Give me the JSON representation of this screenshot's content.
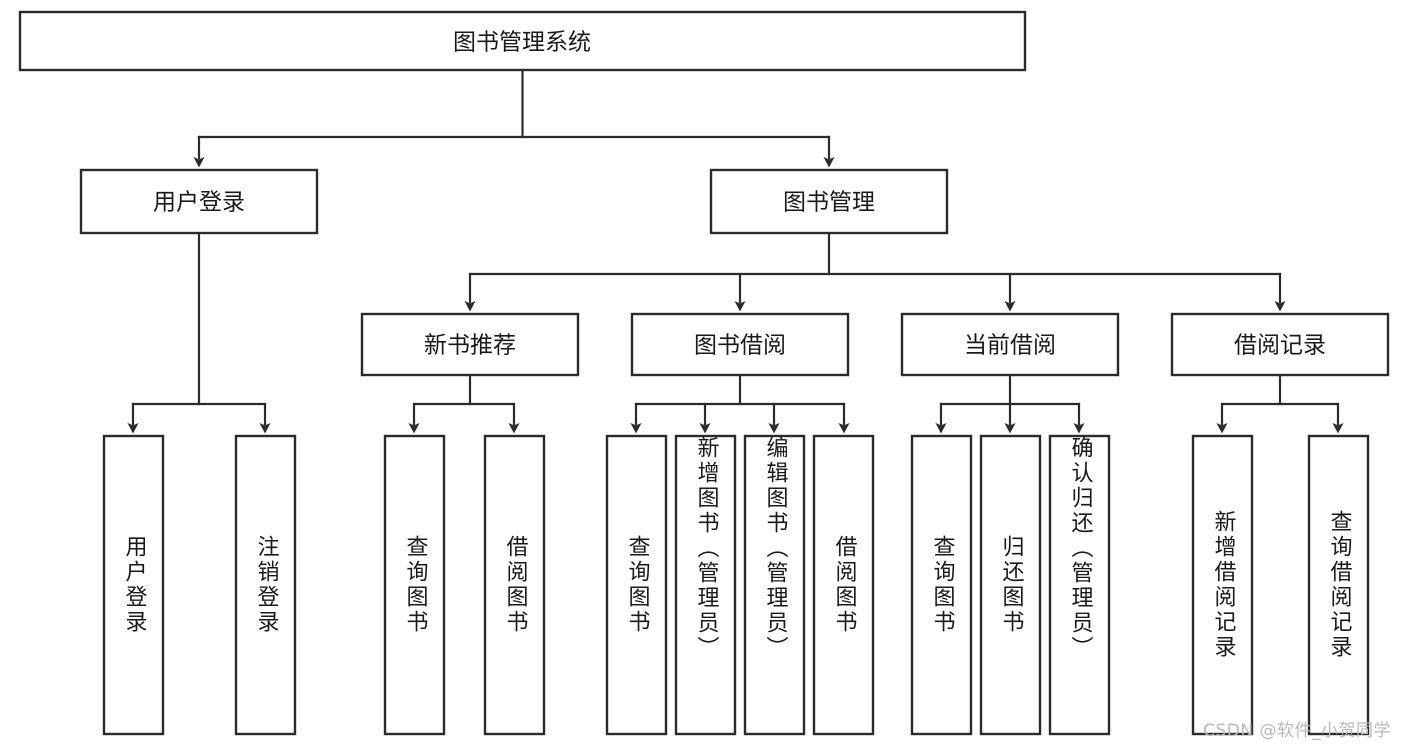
{
  "diagram": {
    "title": "图书管理系统",
    "type": "tree-hierarchy-chart",
    "watermark": "CSDN @软件_小贺同学",
    "colors": {
      "stroke": "#2b2b2b",
      "fill": "#ffffff",
      "text": "#1a1a1a",
      "watermark": "#b9b9b9"
    },
    "root": {
      "label": "图书管理系统"
    },
    "level1": [
      {
        "label": "用户登录"
      },
      {
        "label": "图书管理"
      }
    ],
    "level2": [
      {
        "label": "新书推荐"
      },
      {
        "label": "图书借阅"
      },
      {
        "label": "当前借阅"
      },
      {
        "label": "借阅记录"
      }
    ],
    "leaves": {
      "user_login": [
        {
          "label": "用户登录"
        },
        {
          "label": "注销登录"
        }
      ],
      "new_book_recommend": [
        {
          "label": "查询图书"
        },
        {
          "label": "借阅图书"
        }
      ],
      "book_borrow": [
        {
          "label": "查询图书"
        },
        {
          "label": "新增图书（管理员）"
        },
        {
          "label": "编辑图书（管理员）"
        },
        {
          "label": "借阅图书"
        }
      ],
      "current_borrow": [
        {
          "label": "查询图书"
        },
        {
          "label": "归还图书"
        },
        {
          "label": "确认归还（管理员）"
        }
      ],
      "borrow_record": [
        {
          "label": "新增借阅记录"
        },
        {
          "label": "查询借阅记录"
        }
      ]
    }
  }
}
